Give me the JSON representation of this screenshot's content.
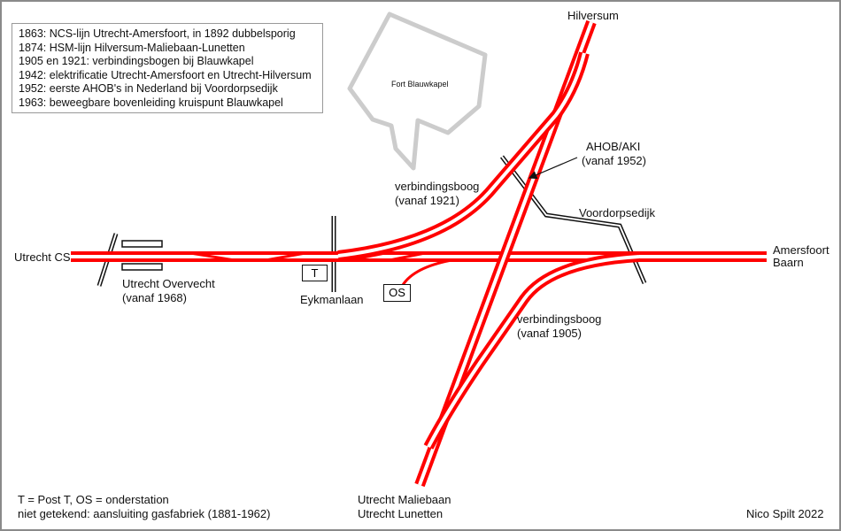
{
  "legend": [
    "1863: NCS-lijn Utrecht-Amersfoort, in 1892 dubbelsporig",
    "1874: HSM-lijn Hilversum-Maliebaan-Lunetten",
    "1905 en 1921: verbindingsbogen bij Blauwkapel",
    "1942: elektrificatie Utrecht-Amersfoort en Utrecht-Hilversum",
    "1952: eerste AHOB's in Nederland bij Voordorpsedijk",
    "1963: beweegbare bovenleiding kruispunt Blauwkapel"
  ],
  "labels": {
    "hilversum": "Hilversum",
    "fort": "Fort Blauwkapel",
    "ahob": "AHOB/AKI",
    "ahob_year": "(vanaf 1952)",
    "boog1921": "verbindingsboog",
    "boog1921_year": "(vanaf 1921)",
    "voordorpsedijk": "Voordorpsedijk",
    "utrecht_cs": "Utrecht CS",
    "amersfoort": "Amersfoort",
    "baarn": "Baarn",
    "overvecht": "Utrecht Overvecht",
    "overvecht_year": "(vanaf 1968)",
    "post_t": "T",
    "eykmanlaan": "Eykmanlaan",
    "os": "OS",
    "boog1905": "verbindingsboog",
    "boog1905_year": "(vanaf 1905)",
    "maliebaan": "Utrecht Maliebaan",
    "lunetten": "Utrecht Lunetten",
    "note1": "T = Post T, OS = onderstation",
    "note2": "niet getekend: aansluiting gasfabriek (1881-1962)",
    "author": "Nico Spilt 2022"
  },
  "colors": {
    "track": "#ff0000",
    "road": "#111111",
    "fort": "#cccccc"
  }
}
